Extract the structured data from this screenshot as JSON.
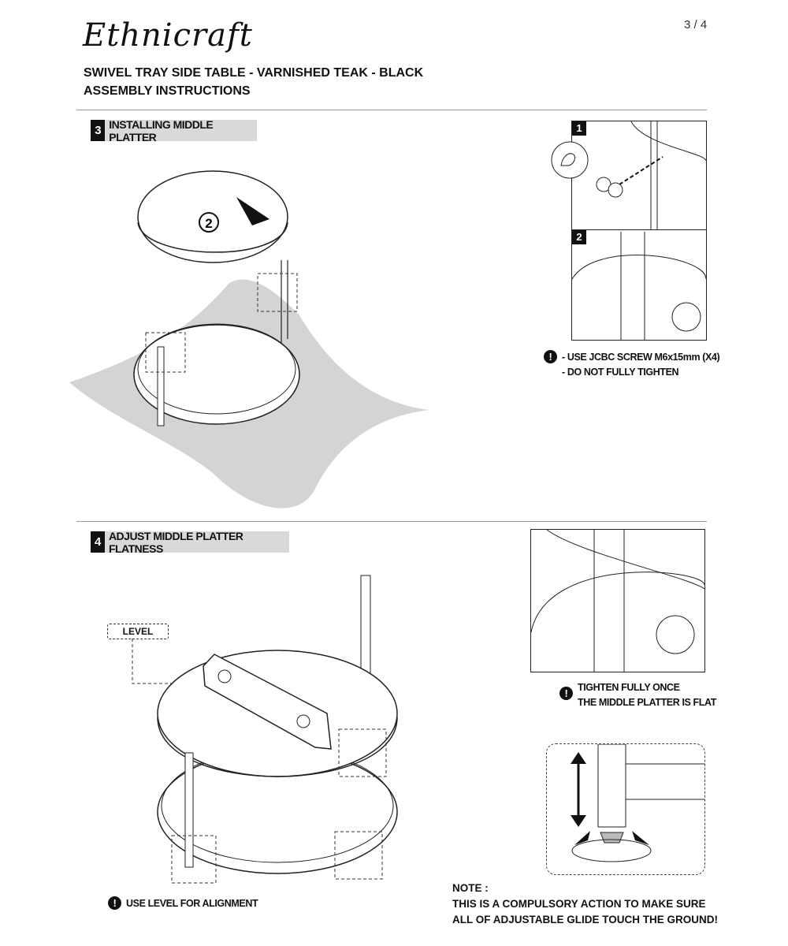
{
  "header": {
    "brand": "Ethnicraft",
    "page": "3 / 4",
    "title": "SWIVEL TRAY SIDE TABLE - VARNISHED TEAK - BLACK",
    "subtitle": "ASSEMBLY INSTRUCTIONS"
  },
  "step3": {
    "number": "3",
    "label": "INSTALLING MIDDLE PLATTER",
    "circle_label": "2",
    "detail_1": "1",
    "detail_2": "2",
    "notes": [
      "- USE JCBC SCREW M6x15mm  (X4)",
      "- DO NOT FULLY TIGHTEN"
    ]
  },
  "step4": {
    "number": "4",
    "label": "ADJUST MIDDLE PLATTER FLATNESS",
    "level_label": "LEVEL",
    "tighten_notes": [
      "TIGHTEN FULLY ONCE",
      "THE MIDDLE PLATTER IS FLAT"
    ],
    "level_note": "USE LEVEL FOR ALIGNMENT",
    "note_title": "NOTE :",
    "note_lines": [
      "THIS IS A COMPULSORY ACTION TO MAKE SURE",
      "ALL OF ADJUSTABLE GLIDE TOUCH THE GROUND!"
    ]
  },
  "icons": {
    "warning": "!"
  }
}
